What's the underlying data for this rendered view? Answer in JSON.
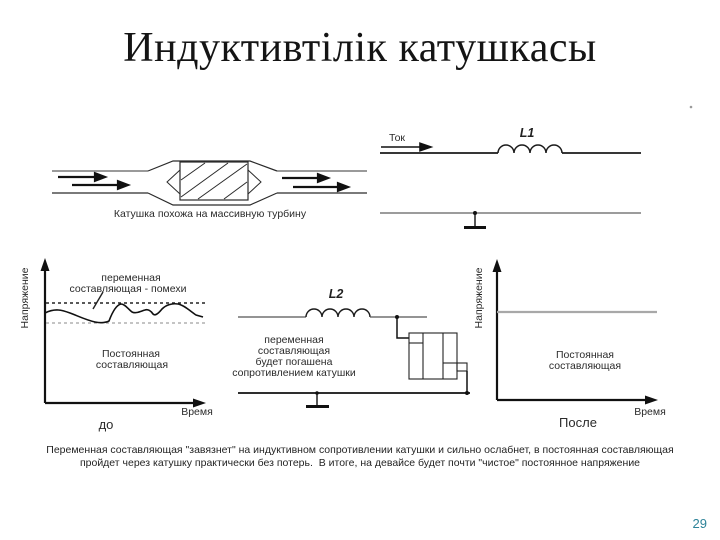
{
  "slide": {
    "title": "Индуктивтілік катушкасы",
    "page_number": "29",
    "accent_color": "#2d8399",
    "background_color": "#ffffff",
    "line_gray": "#9a9a9a",
    "line_black": "#1a1a1a"
  },
  "turbine": {
    "caption": "Катушка похожа на массивную турбину"
  },
  "circuit_top": {
    "current_label": "Ток",
    "inductor_label": "L1"
  },
  "graph_before": {
    "y_axis": "Напряжение",
    "x_axis": "Время",
    "annotation_line1": "переменная",
    "annotation_line2": "составляющая - помехи",
    "dc_line1": "Постоянная",
    "dc_line2": "составляющая",
    "caption": "до"
  },
  "circuit_mid": {
    "inductor_label": "L2",
    "note_line1": "переменная",
    "note_line2": "составляющая",
    "note_line3": "будет погашена",
    "note_line4": "сопротивлением катушки"
  },
  "graph_after": {
    "y_axis": "Напряжение",
    "x_axis": "Время",
    "dc_line1": "Постоянная",
    "dc_line2": "составляющая",
    "caption": "После"
  },
  "footnote": {
    "line1": "Переменная составляющая \"завязнет\" на индуктивном сопротивлении катушки и сильно ослабнет, в постоянная составляющая",
    "line2": "пройдет через катушку практически без потерь.  В итоге, на девайсе будет почти \"чистое\" постоянное напряжение"
  }
}
